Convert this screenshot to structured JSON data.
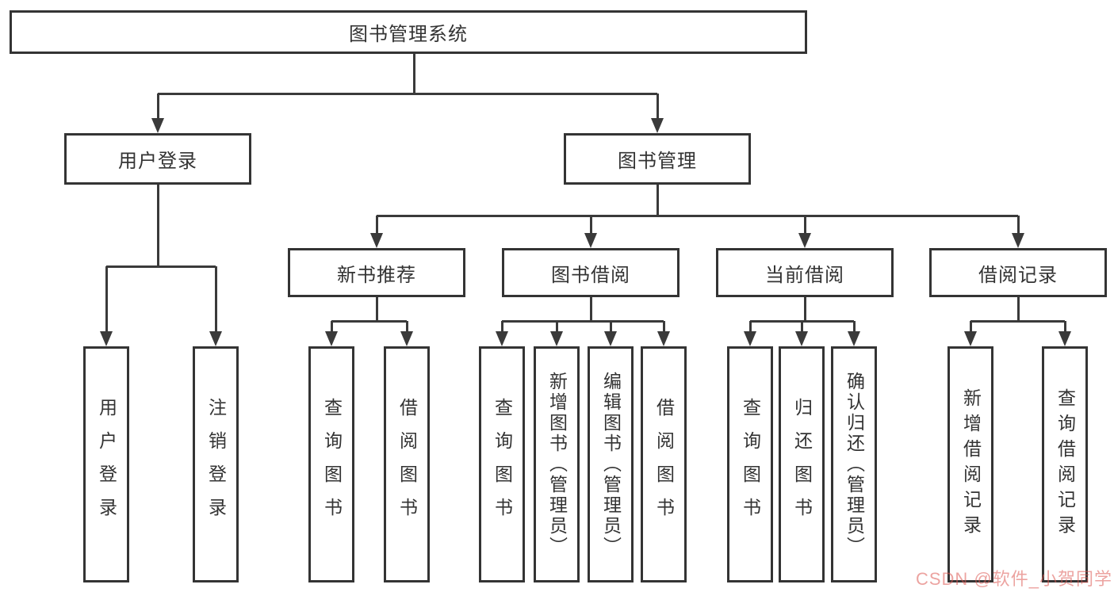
{
  "diagram": {
    "root": "图书管理系统",
    "branches": [
      {
        "label": "用户登录",
        "children": [
          "用户登录",
          "注销登录"
        ]
      },
      {
        "label": "图书管理",
        "sections": [
          {
            "label": "新书推荐",
            "children": [
              "查询图书",
              "借阅图书"
            ]
          },
          {
            "label": "图书借阅",
            "children": [
              "查询图书",
              "新增图书（管理员）",
              "编辑图书（管理员）",
              "借阅图书"
            ]
          },
          {
            "label": "当前借阅",
            "children": [
              "查询图书",
              "归还图书",
              "确认归还（管理员）"
            ]
          },
          {
            "label": "借阅记录",
            "children": [
              "新增借阅记录",
              "查询借阅记录"
            ]
          }
        ]
      }
    ]
  },
  "watermark": "CSDN @软件_小贺同学",
  "colors": {
    "line": "#3a3a3a",
    "border": "#343434",
    "text": "#333333",
    "watermark": "rgba(221,88,82,0.55)"
  }
}
